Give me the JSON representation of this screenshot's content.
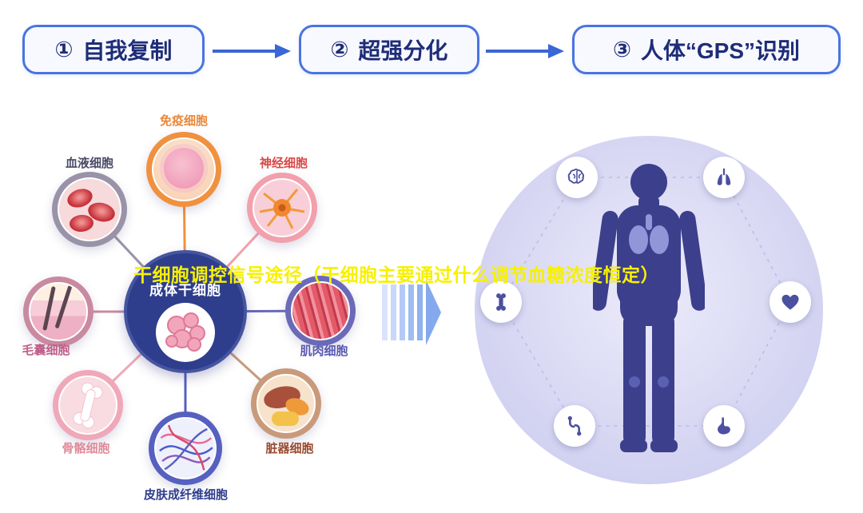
{
  "overlay": {
    "title": "干细胞调控信号途径（干细胞主要通过什么调节血糖浓度恒定）",
    "color": "#f7f000"
  },
  "steps": {
    "arrow_color": "#3a66d6",
    "border_color": "#4a74e0",
    "text_color": "#1e2d78",
    "items": [
      {
        "number": "①",
        "label": "自我复制"
      },
      {
        "number": "②",
        "label": "超强分化"
      },
      {
        "number": "③",
        "label": "人体“GPS”识别"
      }
    ]
  },
  "stem_diagram": {
    "center": {
      "label": "成体干细胞",
      "ring_color": "#2e3e8c",
      "text_color": "#ffffff"
    },
    "cells": [
      {
        "label": "免疫细胞",
        "label_color": "#e8883c",
        "ring_color": "#f0913f"
      },
      {
        "label": "血液细胞",
        "label_color": "#4a4a68",
        "ring_color": "#9a93a8"
      },
      {
        "label": "神经细胞",
        "label_color": "#d94848",
        "ring_color": "#f2a0ac"
      },
      {
        "label": "毛囊细胞",
        "label_color": "#c0608a",
        "ring_color": "#c98aa0"
      },
      {
        "label": "肌肉细胞",
        "label_color": "#5a5ab0",
        "ring_color": "#6a6ab8"
      },
      {
        "label": "骨骼细胞",
        "label_color": "#e08a9a",
        "ring_color": "#f0a8b8"
      },
      {
        "label": "脏器细胞",
        "label_color": "#9a4a30",
        "ring_color": "#c99a7a"
      },
      {
        "label": "皮肤成纤维细胞",
        "label_color": "#2e3e8c",
        "ring_color": "#5560c0"
      }
    ]
  },
  "body_map": {
    "circle_color": "#d6d6f3",
    "body_color": "#3c3f8c",
    "icon_color": "#4c50a0",
    "icons": [
      {
        "name": "brain-icon"
      },
      {
        "name": "lungs-icon"
      },
      {
        "name": "bone-icon"
      },
      {
        "name": "heart-icon"
      },
      {
        "name": "joint-icon"
      },
      {
        "name": "stomach-icon"
      }
    ]
  }
}
